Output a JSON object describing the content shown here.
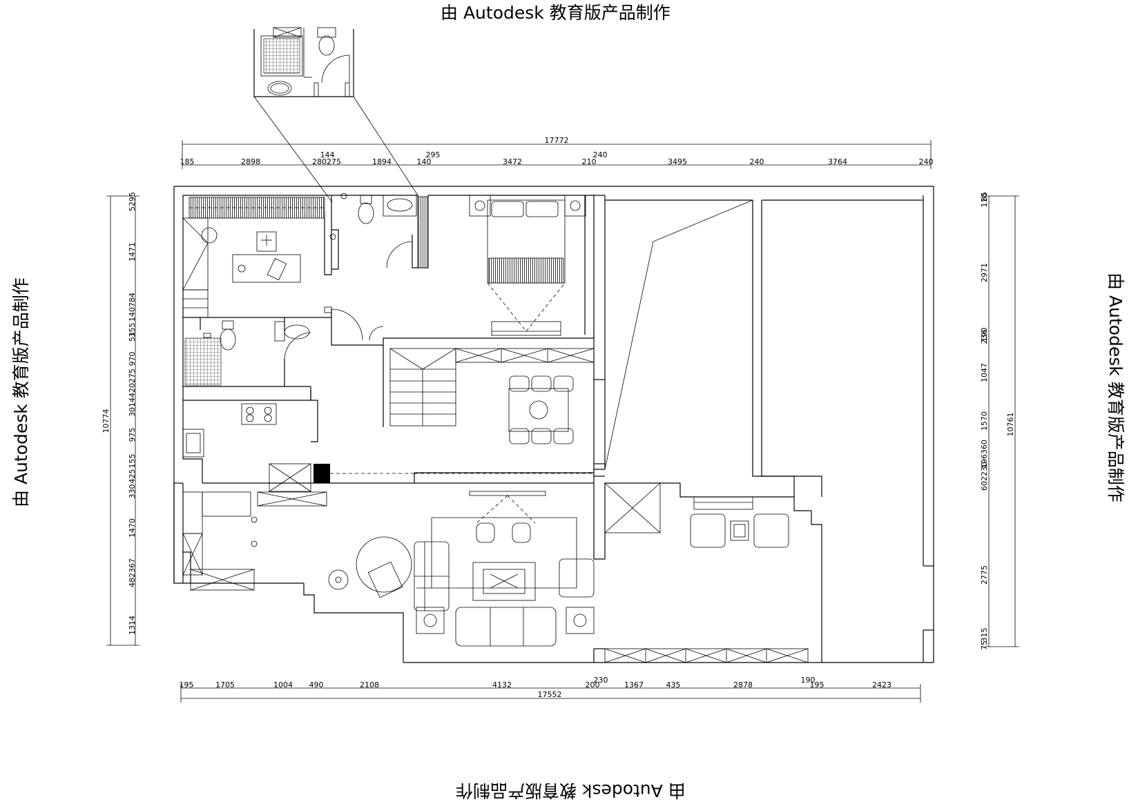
{
  "watermark": {
    "top": "由 Autodesk 教育版产品制作",
    "bottom": "由 Autodesk 教育版产品制作",
    "left": "由 Autodesk 教育版产品制作",
    "right": "由 Autodesk 教育版产品制作"
  },
  "dimensions": {
    "top_total": "17772",
    "top_upper": [
      "144",
      "295",
      "240"
    ],
    "top_segments": [
      "185",
      "2898",
      "280275",
      "1894",
      "140",
      "3472",
      "210",
      "3495",
      "240",
      "3764",
      "240"
    ],
    "bottom_total": "17552",
    "bottom_upper": [
      "230",
      "190"
    ],
    "bottom_segments": [
      "195",
      "1705",
      "1004",
      "490",
      "2108",
      "4132",
      "200",
      "1367",
      "435",
      "2878",
      "195",
      "2423"
    ],
    "left_total": "10774",
    "left_segments": [
      "5295",
      "1471",
      "140784",
      "355",
      "970",
      "51",
      "420275",
      "3014",
      "975",
      "155",
      "425",
      "330",
      "1470",
      "482367",
      "1314"
    ],
    "right_total": "10761",
    "right_segments": [
      "85",
      "110",
      "2971",
      "190",
      "236",
      "1047",
      "1570",
      "196360",
      "602230",
      "2775",
      "315",
      "75"
    ]
  }
}
